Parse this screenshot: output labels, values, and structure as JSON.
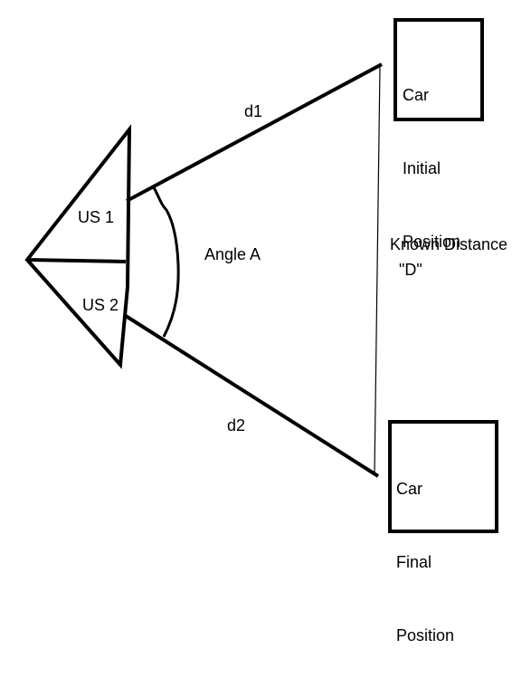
{
  "diagram": {
    "sensors": {
      "us1": "US 1",
      "us2": "US 2"
    },
    "angle_label": "Angle A",
    "d1_label": "d1",
    "d2_label": "d2",
    "known_distance": {
      "line1": "Known Distance",
      "line2": "\"D\""
    },
    "car_initial": {
      "line1": "Car",
      "line2": "Initial",
      "line3": "Position"
    },
    "car_final": {
      "line1": "Car",
      "line2": "Final",
      "line3": "Position"
    },
    "colors": {
      "ink": "#000000",
      "background": "#ffffff"
    }
  }
}
